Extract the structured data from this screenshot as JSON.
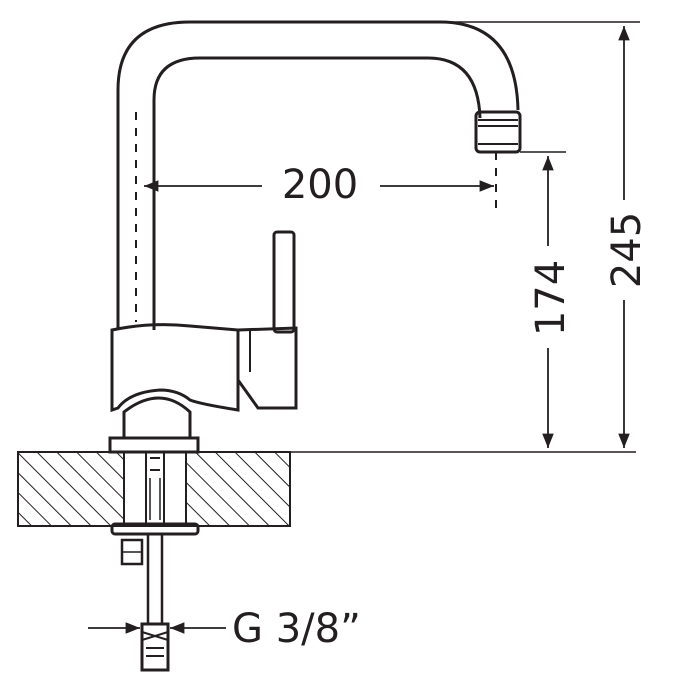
{
  "diagram": {
    "type": "technical-drawing",
    "subject": "kitchen faucet",
    "dimensions": {
      "spout_reach": "200",
      "spout_height": "174",
      "total_height": "245",
      "connection_thread": "G 3/8”"
    },
    "colors": {
      "ink": "#231f20",
      "background": "#ffffff"
    }
  }
}
